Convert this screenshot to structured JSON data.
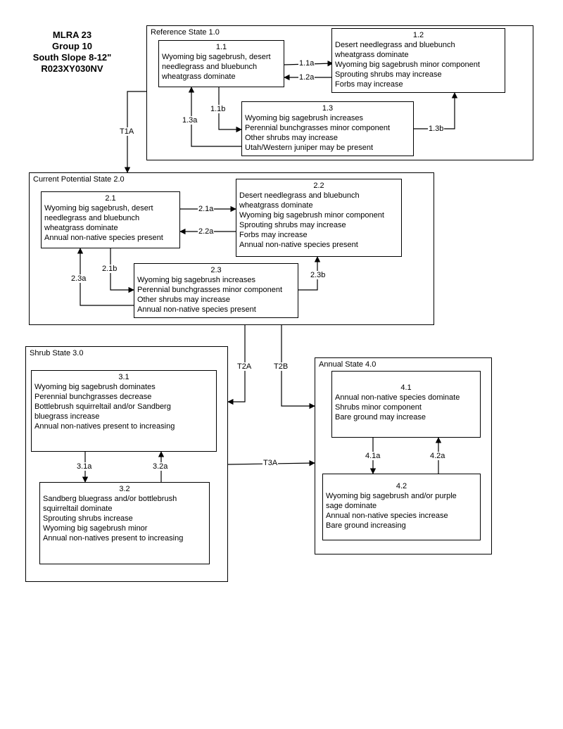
{
  "title": [
    "MLRA 23",
    "Group 10",
    "South Slope 8-12\"",
    "R023XY030NV"
  ],
  "states": {
    "s1": "Reference State 1.0",
    "s2": "Current Potential State 2.0",
    "s3": "Shrub State 3.0",
    "s4": "Annual State 4.0"
  },
  "phases": {
    "p11": {
      "num": "1.1",
      "lines": [
        "Wyoming big sagebrush, desert",
        "needlegrass and bluebunch",
        "wheatgrass dominate"
      ]
    },
    "p12": {
      "num": "1.2",
      "lines": [
        "Desert needlegrass and bluebunch",
        "wheatgrass dominate",
        "Wyoming big sagebrush minor component",
        "Sprouting shrubs may increase",
        "Forbs may increase"
      ]
    },
    "p13": {
      "num": "1.3",
      "lines": [
        "Wyoming big sagebrush increases",
        "Perennial bunchgrasses minor component",
        "Other shrubs may increase",
        "Utah/Western juniper may be present"
      ]
    },
    "p21": {
      "num": "2.1",
      "lines": [
        "Wyoming big sagebrush, desert",
        "needlegrass and bluebunch",
        "wheatgrass dominate",
        "Annual non-native species present"
      ]
    },
    "p22": {
      "num": "2.2",
      "lines": [
        "Desert needlegrass and bluebunch",
        "wheatgrass dominate",
        "Wyoming big sagebrush minor component",
        "Sprouting shrubs may increase",
        "Forbs may increase",
        "Annual non-native species present"
      ]
    },
    "p23": {
      "num": "2.3",
      "lines": [
        "Wyoming big sagebrush increases",
        "Perennial bunchgrasses minor component",
        "Other shrubs may increase",
        "Annual non-native species present"
      ]
    },
    "p31": {
      "num": "3.1",
      "lines": [
        "Wyoming big sagebrush dominates",
        "Perennial bunchgrasses decrease",
        "Bottlebrush squirreltail and/or Sandberg",
        "bluegrass increase",
        "Annual non-natives present to increasing"
      ]
    },
    "p32": {
      "num": "3.2",
      "lines": [
        "Sandberg bluegrass and/or bottlebrush",
        "squirreltail dominate",
        "Sprouting shrubs increase",
        "Wyoming big sagebrush minor",
        "Annual non-natives present to increasing"
      ]
    },
    "p41": {
      "num": "4.1",
      "lines": [
        "Annual non-native species dominate",
        "Shrubs minor component",
        "Bare ground may increase"
      ]
    },
    "p42": {
      "num": "4.2",
      "lines": [
        "Wyoming big sagebrush and/or purple",
        "sage dominate",
        "Annual non-native species increase",
        "Bare ground increasing"
      ]
    }
  },
  "transitions": {
    "t11a": "1.1a",
    "t12a": "1.2a",
    "t11b": "1.1b",
    "t13a": "1.3a",
    "t13b": "1.3b",
    "t21a": "2.1a",
    "t22a": "2.2a",
    "t21b": "2.1b",
    "t23a": "2.3a",
    "t23b": "2.3b",
    "t31a": "3.1a",
    "t32a": "3.2a",
    "t41a": "4.1a",
    "t42a": "4.2a",
    "T1A": "T1A",
    "T2A": "T2A",
    "T2B": "T2B",
    "T3A": "T3A"
  }
}
